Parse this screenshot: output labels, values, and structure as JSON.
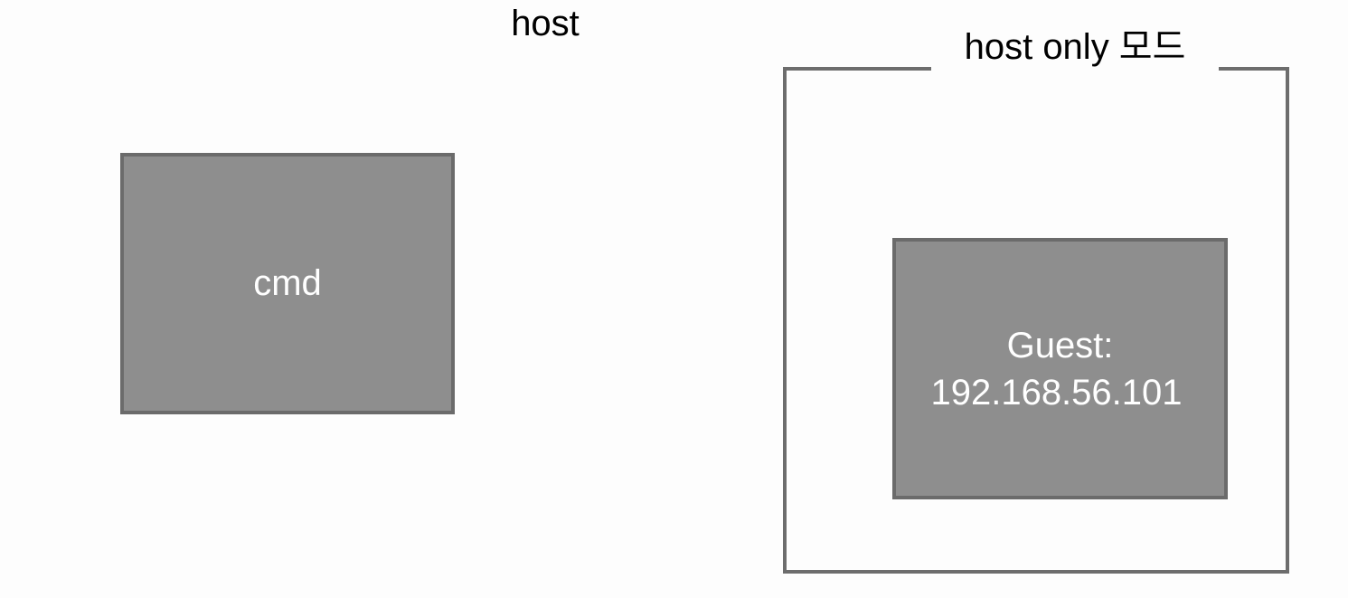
{
  "host_label": "host",
  "mode_label": "host only 모드",
  "cmd_label": "cmd",
  "guest": {
    "label": "Guest:",
    "ip": "192.168.56.101"
  }
}
